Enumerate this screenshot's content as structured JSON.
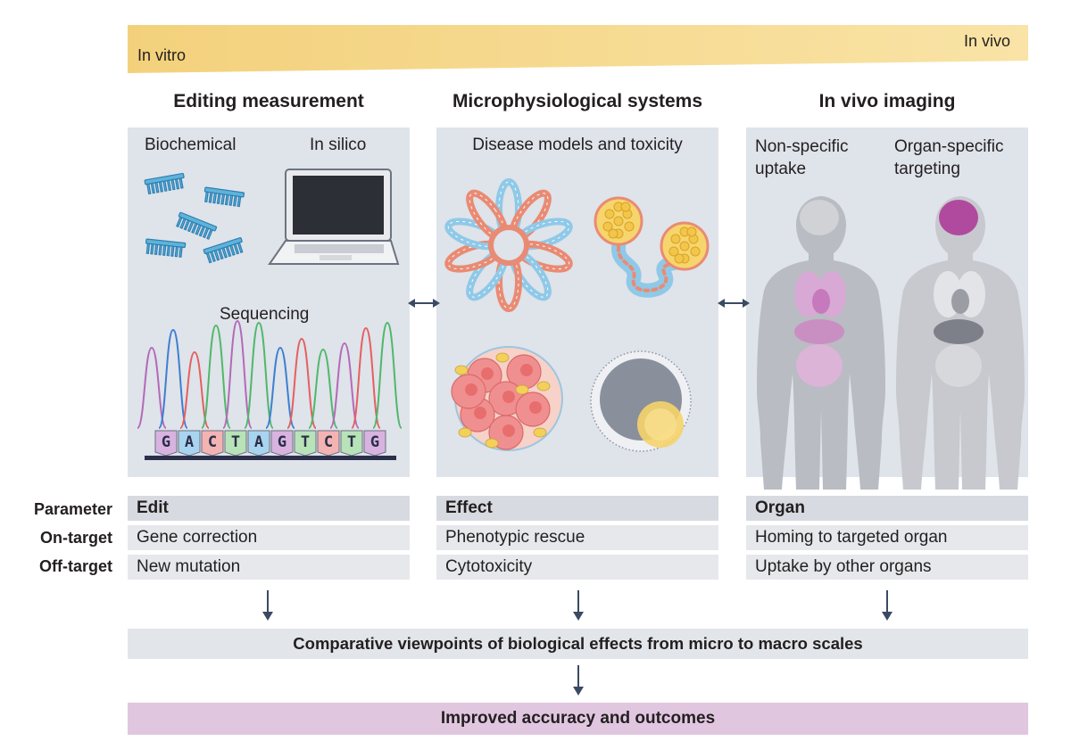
{
  "scale_band": {
    "left_label": "In vitro",
    "right_label": "In vivo"
  },
  "columns": [
    {
      "title": "Editing measurement",
      "labels": {
        "biochemical": "Biochemical",
        "in_silico": "In silico",
        "sequencing": "Sequencing"
      }
    },
    {
      "title": "Microphysiological systems",
      "labels": {
        "models": "Disease models and toxicity"
      }
    },
    {
      "title": "In vivo imaging",
      "labels": {
        "nonspecific": "Non-specific\nuptake",
        "organ_specific": "Organ-specific\ntargeting"
      }
    }
  ],
  "sequence_letters": [
    "G",
    "A",
    "C",
    "T",
    "A",
    "G",
    "T",
    "C",
    "T",
    "G"
  ],
  "table": {
    "row_labels": [
      "Parameter",
      "On-target",
      "Off-target"
    ],
    "columns": [
      [
        "Edit",
        "Gene correction",
        "New mutation"
      ],
      [
        "Effect",
        "Phenotypic rescue",
        "Cytotoxicity"
      ],
      [
        "Organ",
        "Homing to targeted organ",
        "Uptake by other organs"
      ]
    ]
  },
  "summary": "Comparative viewpoints of biological effects from micro to macro scales",
  "outcome": "Improved accuracy and outcomes",
  "colors": {
    "band": "#f5d88e",
    "panel": "#dfe3ea",
    "outcome": "#e1c6e0",
    "arrow": "#3b4a63"
  }
}
